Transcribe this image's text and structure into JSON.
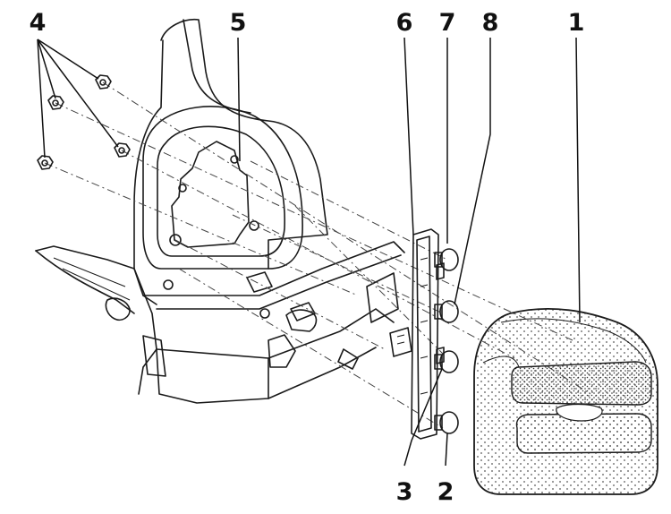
{
  "callouts": [
    {
      "id": "1",
      "text": "1"
    },
    {
      "id": "2",
      "text": "2"
    },
    {
      "id": "3",
      "text": "3"
    },
    {
      "id": "4",
      "text": "4"
    },
    {
      "id": "5",
      "text": "5"
    },
    {
      "id": "6",
      "text": "6"
    },
    {
      "id": "7",
      "text": "7"
    },
    {
      "id": "8",
      "text": "8"
    }
  ],
  "colors": {
    "ink": "#1a1a1a",
    "background": "#ffffff"
  }
}
